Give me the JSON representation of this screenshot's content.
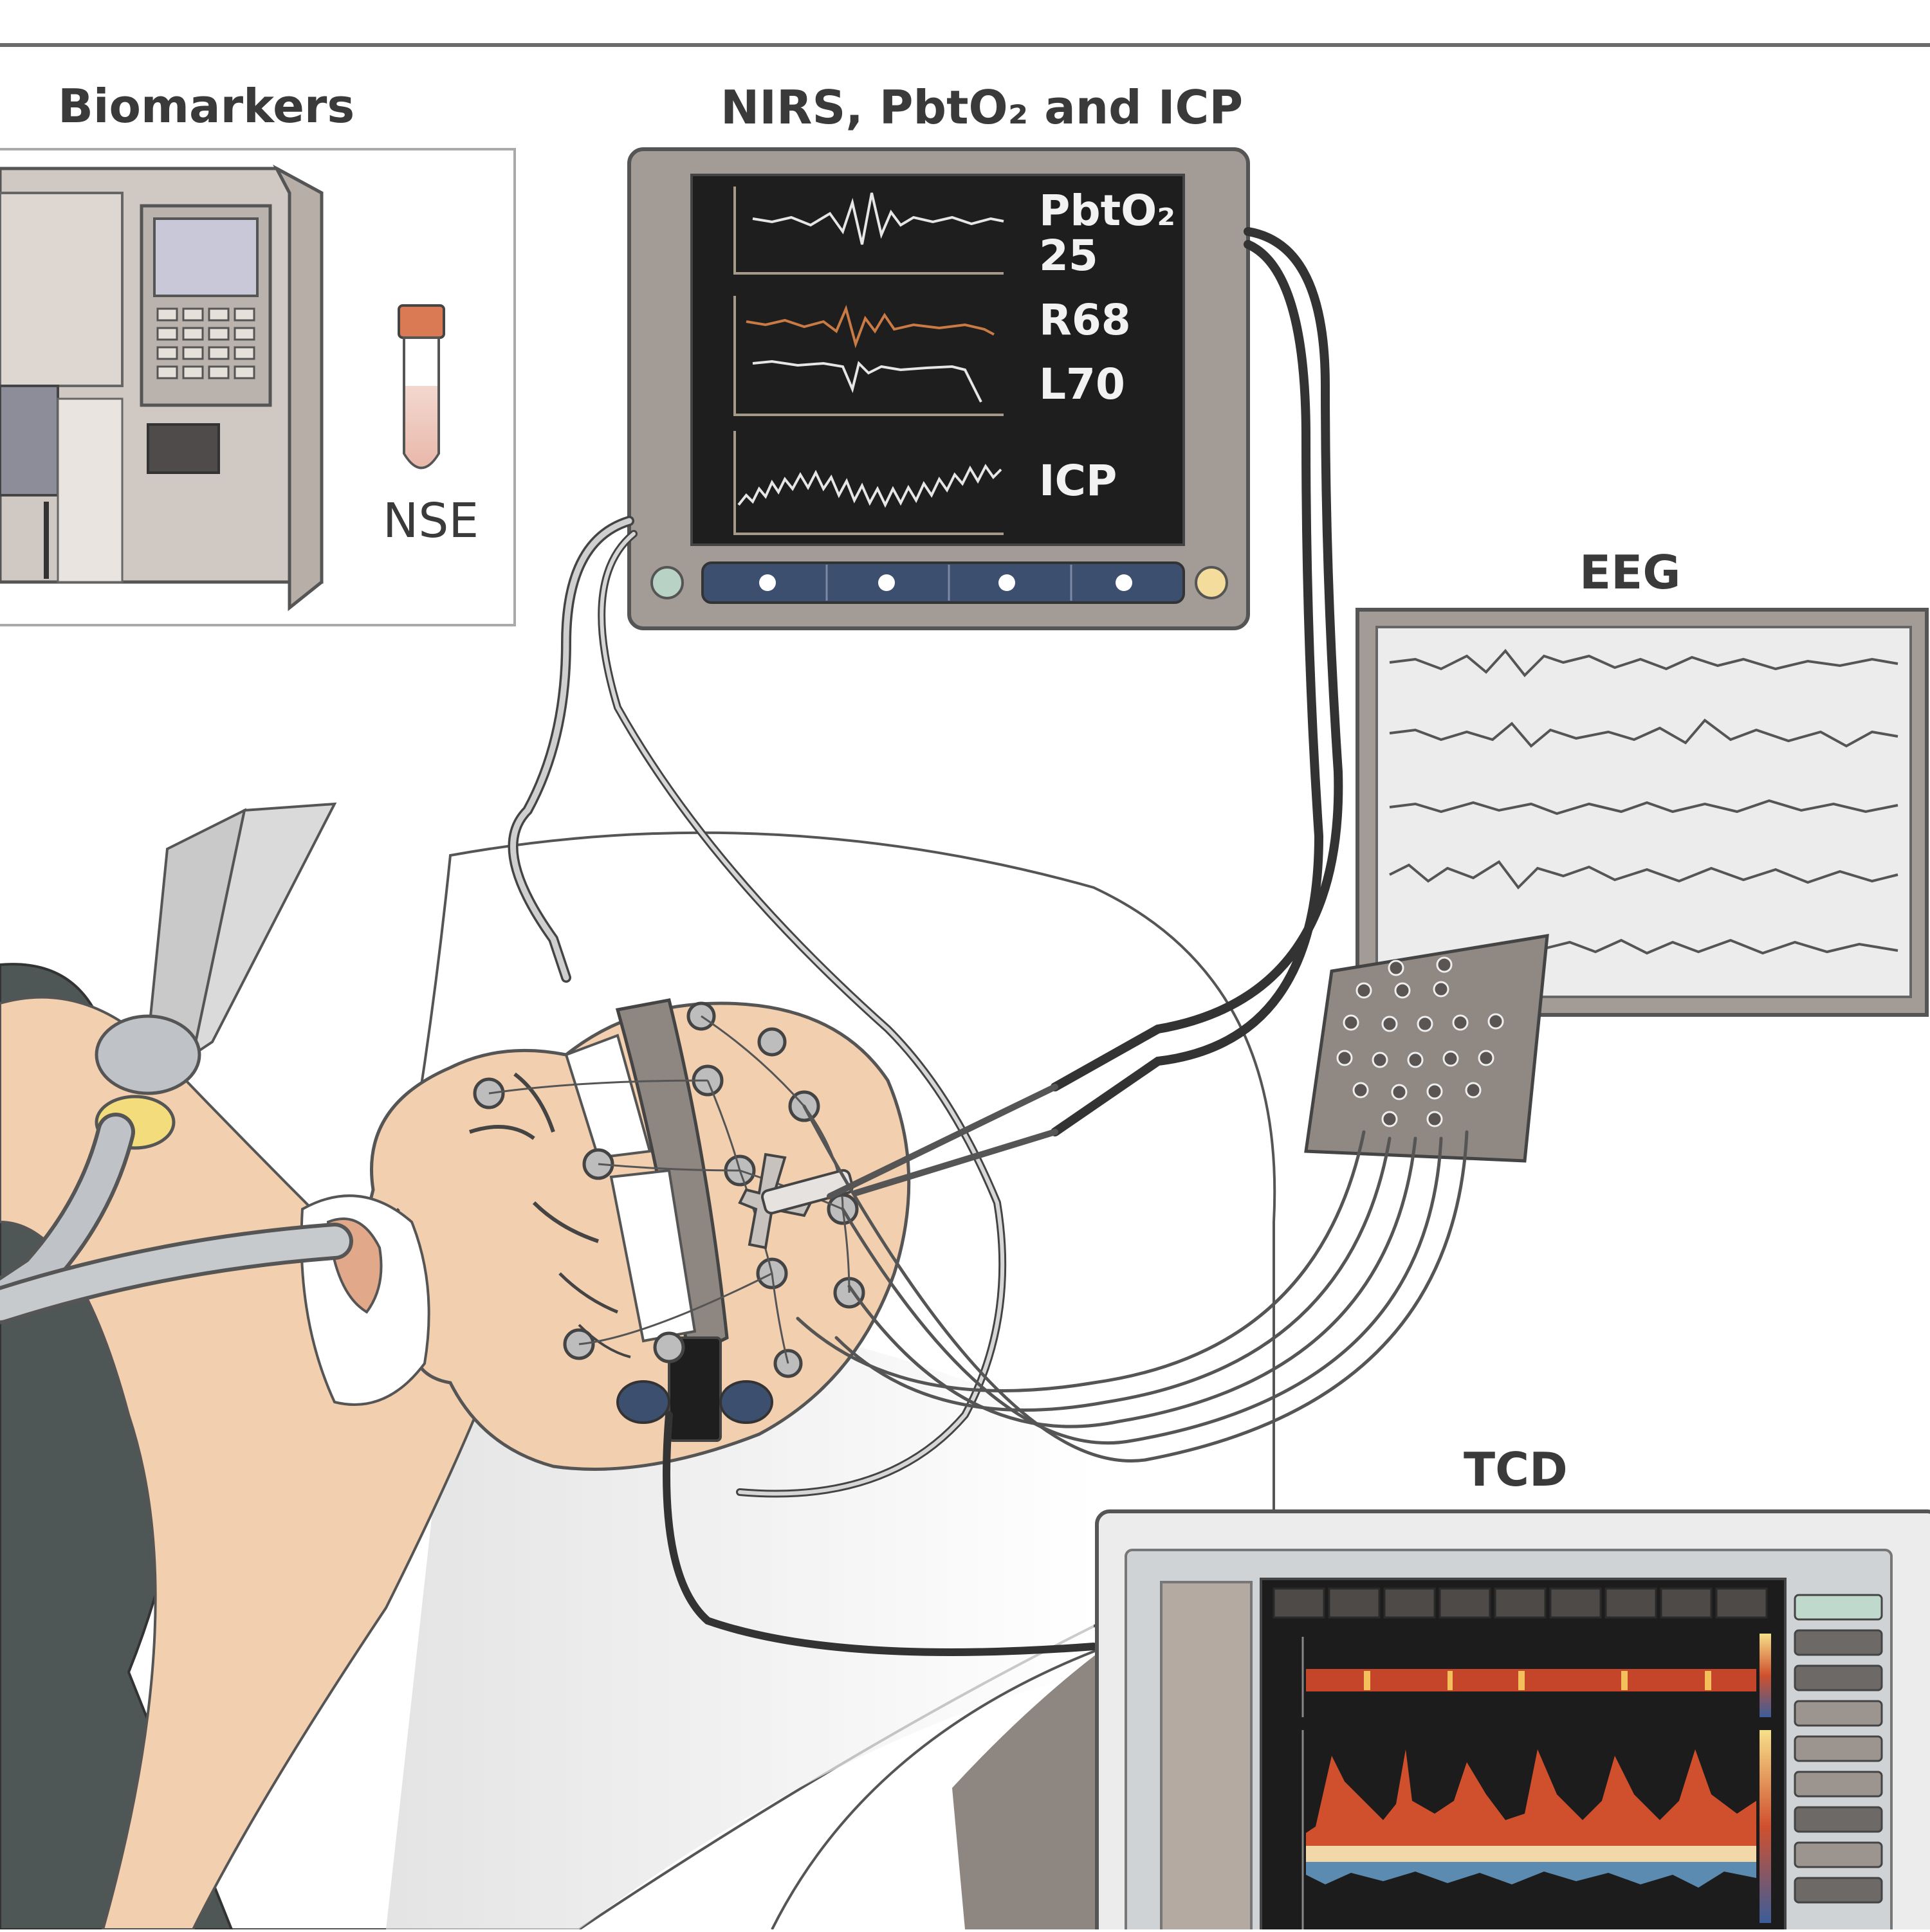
{
  "sections": {
    "biomarkers": "Biomarkers",
    "nirs": "NIRS, PbtO₂ and ICP",
    "eeg": "EEG",
    "tcd": "TCD"
  },
  "monitor_labels": {
    "pbto2": "PbtO₂",
    "pbto2_value": "25",
    "r_value": "R68",
    "l_value": "L70",
    "icp": "ICP"
  },
  "tube_label": "NSE",
  "colors": {
    "skin": "#f2cfae",
    "monitor_frame": "#a39c96",
    "screen": "#1e1e1e",
    "nirs_orange": "#c97a45",
    "tcd_red": "#d0502e",
    "tcd_blue": "#5b8bb0",
    "button_bar": "#3d4f6e",
    "tube_cap": "#d97a55"
  },
  "icons": {
    "analyzer": "blood-analyzer-icon",
    "tube": "test-tube-icon",
    "eeg_box": "electrode-junction-box-icon",
    "icp_probe": "icp-probe-icon"
  }
}
